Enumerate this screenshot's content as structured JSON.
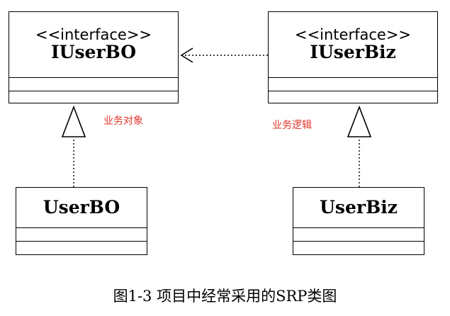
{
  "diagram": {
    "interfaces": [
      {
        "stereotype": "<<interface>>",
        "name": "IUserBO"
      },
      {
        "stereotype": "<<interface>>",
        "name": "IUserBiz"
      }
    ],
    "classes": [
      {
        "name": "UserBO"
      },
      {
        "name": "UserBiz"
      }
    ],
    "notes": {
      "left": "业务对象",
      "right": "业务逻辑"
    },
    "colors": {
      "lines": "#000000",
      "note_text": "#e0352b"
    }
  },
  "caption": "图1-3 项目中经常采用的SRP类图"
}
